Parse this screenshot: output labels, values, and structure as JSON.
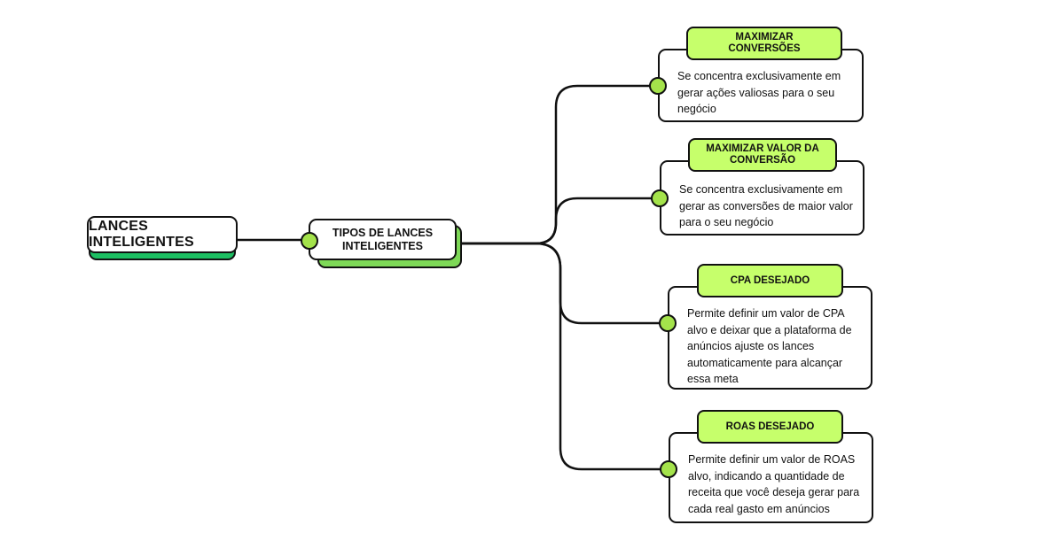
{
  "root": {
    "label": "LANCES INTELIGENTES"
  },
  "hub": {
    "label": "TIPOS DE LANCES INTELIGENTES"
  },
  "branches": [
    {
      "title": "MAXIMIZAR CONVERSÕES",
      "text": "Se concentra exclusivamente em gerar ações valiosas para o seu negócio"
    },
    {
      "title": "MAXIMIZAR VALOR DA CONVERSÃO",
      "text": "Se concentra exclusivamente em gerar as conversões de maior valor para o seu negócio"
    },
    {
      "title": "CPA DESEJADO",
      "text": "Permite definir um valor de CPA alvo e deixar que a plataforma de anúncios ajuste os lances automaticamente para alcançar essa meta"
    },
    {
      "title": "ROAS DESEJADO",
      "text": "Permite definir um valor de ROAS alvo, indicando a quantidade de receita que você deseja gerar para cada real gasto em anúncios"
    }
  ],
  "colors": {
    "root_accent": "#1dbf62",
    "hub_accent": "#7ed957",
    "tag_fill": "#c6ff6b",
    "dot_fill": "#a4e34b",
    "stroke": "#111111"
  }
}
